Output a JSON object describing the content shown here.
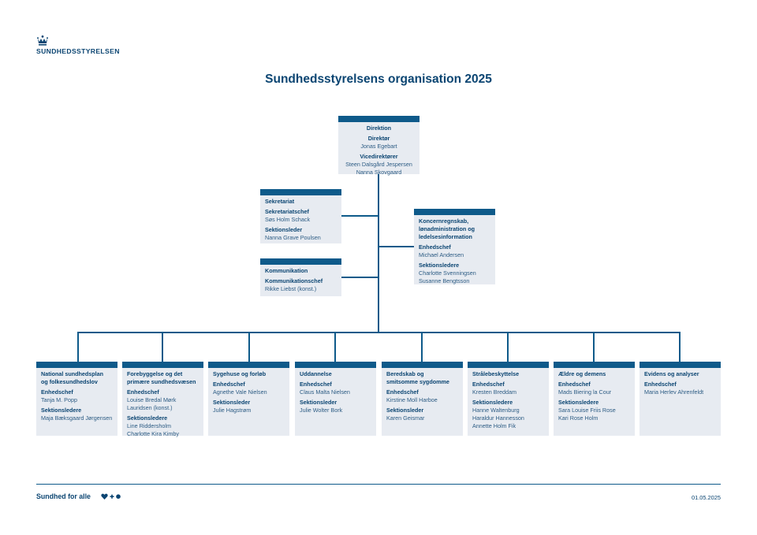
{
  "header": {
    "logo_text": "SUNDHEDSSTYRELSEN",
    "page_title": "Sundhedsstyrelsens organisation 2025"
  },
  "org": {
    "direktion": {
      "title": "Direktion",
      "groups": [
        {
          "role": "Direktør",
          "people": [
            "Jonas Egebart"
          ]
        },
        {
          "role": "Vicedirektører",
          "people": [
            "Steen Dalsgård Jespersen",
            "Nanna Skovgaard"
          ]
        }
      ]
    },
    "sekretariat": {
      "title": "Sekretariat",
      "groups": [
        {
          "role": "Sekretariatschef",
          "people": [
            "Søs Holm Schack"
          ]
        },
        {
          "role": "Sektionsleder",
          "people": [
            "Nanna Grave Poulsen"
          ]
        }
      ]
    },
    "kommunikation": {
      "title": "Kommunikation",
      "groups": [
        {
          "role": "Kommunikationschef",
          "people": [
            "Rikke Liebst (konst.)"
          ]
        }
      ]
    },
    "koncernregnskab": {
      "title_lines": [
        "Koncernregnskab,",
        "lønadministration og",
        "ledelsesinformation"
      ],
      "groups": [
        {
          "role": "Enhedschef",
          "people": [
            "Michael Andersen"
          ]
        },
        {
          "role": "Sektionsledere",
          "people": [
            "Charlotte Svenningsen",
            "Susanne Bengtsson"
          ]
        }
      ]
    },
    "units": [
      {
        "title_lines": [
          "National sundhedsplan",
          "og folkesundhedslov"
        ],
        "groups": [
          {
            "role": "Enhedschef",
            "people": [
              "Tanja M. Popp"
            ]
          },
          {
            "role": "Sektionsledere",
            "people": [
              "Maja Bæksgaard Jørgensen"
            ]
          }
        ]
      },
      {
        "title_lines": [
          "Forebyggelse og det",
          "primære sundhedsvæsen"
        ],
        "groups": [
          {
            "role": "Enhedschef",
            "people": [
              "Louise Bredal Mørk",
              "Lauridsen (konst.)"
            ]
          },
          {
            "role": "Sektionsledere",
            "people": [
              "Line Riddersholm",
              "Charlotte Kira Kimby"
            ]
          }
        ]
      },
      {
        "title_lines": [
          "Sygehuse og forløb"
        ],
        "groups": [
          {
            "role": "Enhedschef",
            "people": [
              "Agnethe Vale Nielsen"
            ]
          },
          {
            "role": "Sektionsleder",
            "people": [
              "Julie Hagstrøm"
            ]
          }
        ]
      },
      {
        "title_lines": [
          "Uddannelse"
        ],
        "groups": [
          {
            "role": "Enhedschef",
            "people": [
              "Claus Malta Nielsen"
            ]
          },
          {
            "role": "Sektionsleder",
            "people": [
              "Julie Wolter Bork"
            ]
          }
        ]
      },
      {
        "title_lines": [
          "Beredskab og",
          "smitsomme sygdomme"
        ],
        "groups": [
          {
            "role": "Enhedschef",
            "people": [
              "Kirstine Moll Harboe"
            ]
          },
          {
            "role": "Sektionsleder",
            "people": [
              "Karen Geismar"
            ]
          }
        ]
      },
      {
        "title_lines": [
          "Strålebeskyttelse"
        ],
        "groups": [
          {
            "role": "Enhedschef",
            "people": [
              "Kresten Breddam"
            ]
          },
          {
            "role": "Sektionsledere",
            "people": [
              "Hanne Waltenburg",
              "Haraldur Hannesson",
              "Annette Holm Fik"
            ]
          }
        ]
      },
      {
        "title_lines": [
          "Ældre og demens"
        ],
        "groups": [
          {
            "role": "Enhedschef",
            "people": [
              "Mads Biering la Cour"
            ]
          },
          {
            "role": "Sektionsledere",
            "people": [
              "Sara Louise Friis Rose",
              "Kari Rose Holm"
            ]
          }
        ]
      },
      {
        "title_lines": [
          "Evidens og analyser"
        ],
        "groups": [
          {
            "role": "Enhedschef",
            "people": [
              "Maria Herlev Ahrenfeldt"
            ]
          }
        ]
      }
    ]
  },
  "footer": {
    "slogan": "Sundhed for alle",
    "date": "01.05.2025"
  },
  "colors": {
    "primary": "#0b4572",
    "box_header": "#0e5a8a",
    "box_fill": "#e7ebf1",
    "connector": "#0e5a8a"
  },
  "icons": [
    "crown-logo-icon",
    "heart-icon",
    "plus-icon",
    "circle-icon"
  ]
}
